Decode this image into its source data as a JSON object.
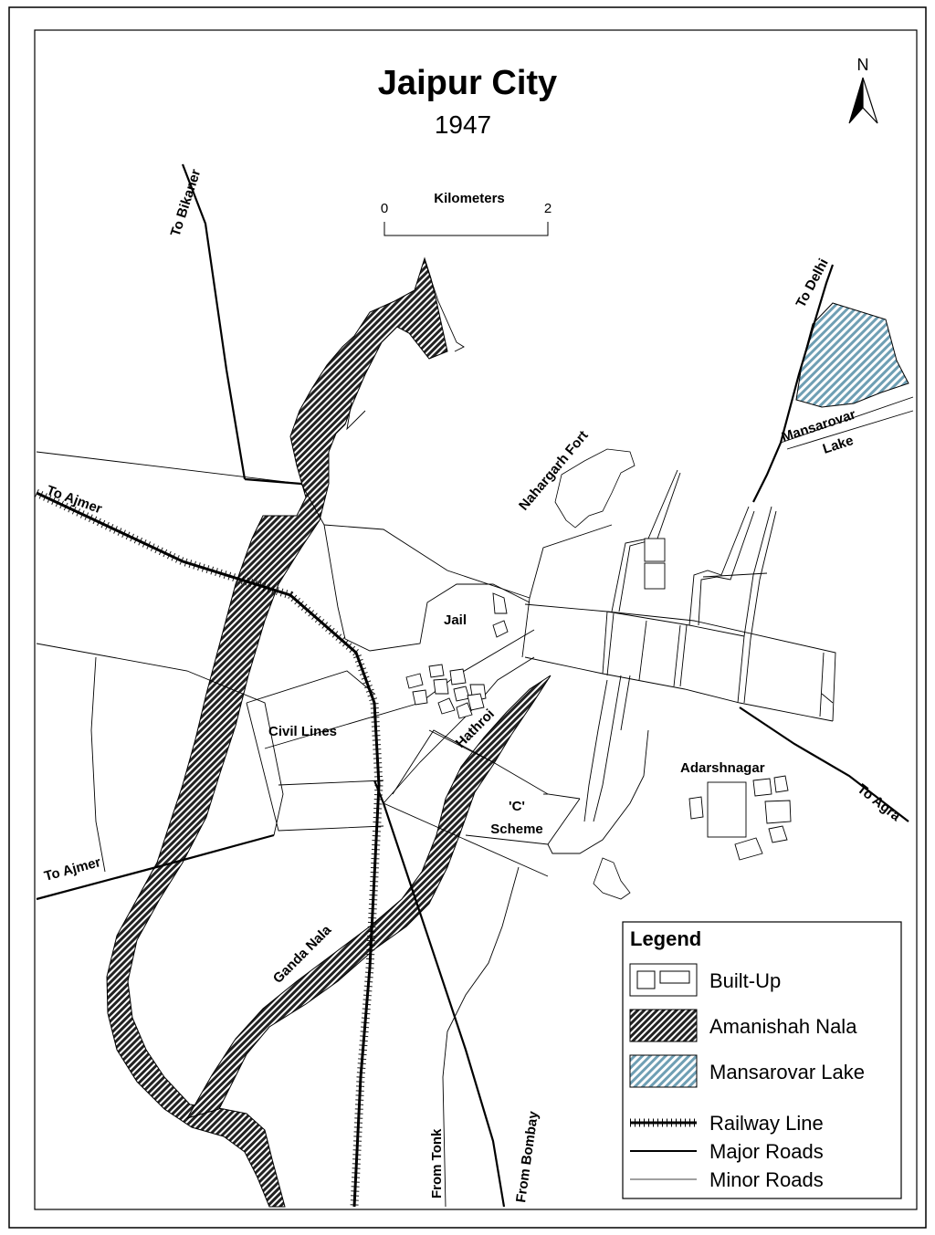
{
  "title": "Jaipur City",
  "year": "1947",
  "scale": {
    "label": "Kilometers",
    "start": "0",
    "end": "2"
  },
  "north": "N",
  "places": {
    "to_bikaner": "To Bikaner",
    "to_delhi": "To Delhi",
    "to_ajmer_rail": "To Ajmer",
    "to_ajmer_road": "To Ajmer",
    "to_agra": "To Agra",
    "from_tonk": "From Tonk",
    "from_bombay": "From Bombay",
    "nahargarh_fort": "Nahargarh Fort",
    "mansarovar": "Mansarovar",
    "lake": "Lake",
    "jail": "Jail",
    "civil_lines": "Civil Lines",
    "hathroi": "Hathroi",
    "c_scheme_1": "'C'",
    "c_scheme_2": "Scheme",
    "adarshnagar": "Adarshnagar",
    "ganda_nala": "Ganda Nala"
  },
  "legend": {
    "title": "Legend",
    "items": [
      {
        "key": "built_up",
        "label": "Built-Up"
      },
      {
        "key": "amanishah",
        "label": "Amanishah Nala"
      },
      {
        "key": "mansarovar",
        "label": "Mansarovar Lake"
      },
      {
        "key": "railway",
        "label": "Railway Line"
      },
      {
        "key": "major",
        "label": "Major Roads"
      },
      {
        "key": "minor",
        "label": "Minor Roads"
      }
    ]
  },
  "colors": {
    "lake_fill": "#a8c8d8",
    "nala_fill": "#2a2a2a",
    "ink": "#000000"
  }
}
